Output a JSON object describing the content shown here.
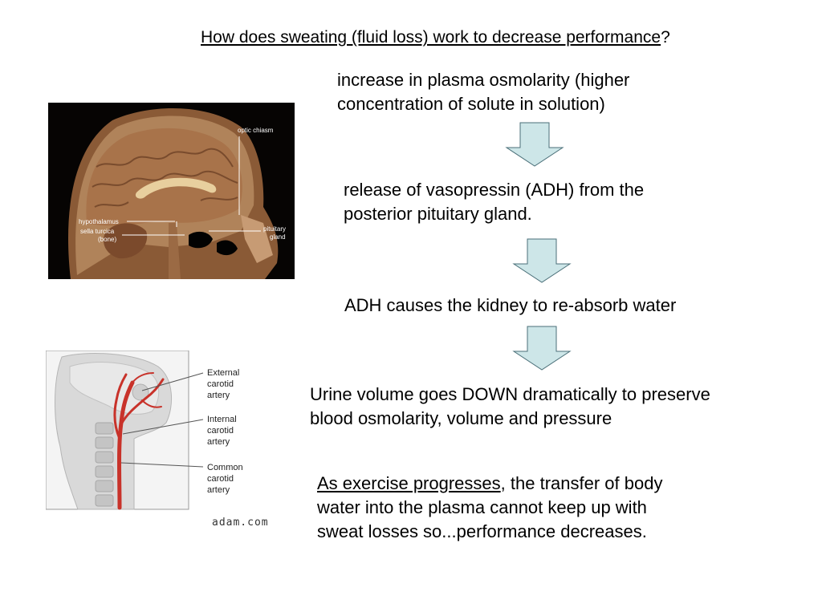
{
  "title": {
    "underlined": "How does sweating (fluid loss) work to decrease performance",
    "suffix": "?"
  },
  "steps": [
    {
      "line1": "increase in plasma osmolarity (higher",
      "line2": "concentration of solute in solution)"
    },
    {
      "line1": "release of vasopressin (ADH) from the",
      "line2": "posterior pituitary gland."
    },
    {
      "line1": "ADH causes the kidney to re-absorb water"
    },
    {
      "line1": "Urine volume goes DOWN dramatically to preserve",
      "line2": "blood osmolarity, volume and pressure"
    }
  ],
  "conclusion": {
    "underlined": "As exercise progresses",
    "rest1": ", the transfer of body",
    "line2": "water into the plasma cannot keep up with",
    "line3": "sweat losses so...performance decreases."
  },
  "brain_image": {
    "labels": {
      "optic_chiasm": "optic chiasm",
      "hypothalamus": "hypothalamus",
      "sella_line1": "sella turcica",
      "sella_line2": "(bone)",
      "pituitary_line1": "pituitary",
      "pituitary_line2": "gland"
    }
  },
  "neck_image": {
    "labels": {
      "ext1": "External",
      "ext2": "carotid",
      "ext3": "artery",
      "int1": "Internal",
      "int2": "carotid",
      "int3": "artery",
      "com1": "Common",
      "com2": "carotid",
      "com3": "artery"
    },
    "credit": "adam.com"
  },
  "colors": {
    "arrow_fill": "#cde6e8",
    "arrow_stroke": "#4a6f78",
    "artery_red": "#c8322a"
  }
}
